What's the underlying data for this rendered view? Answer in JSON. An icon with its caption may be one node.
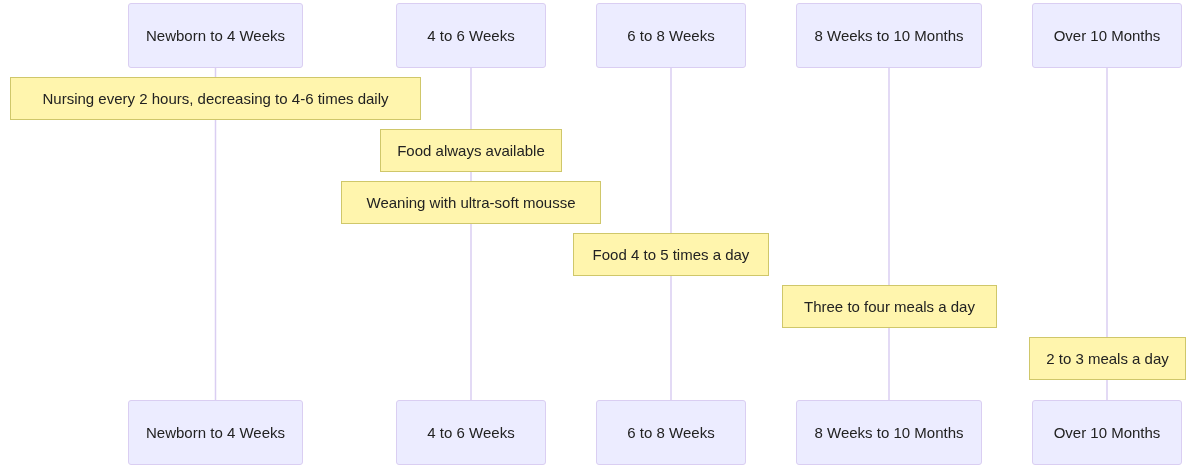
{
  "diagram": {
    "nodes": [
      {
        "text": [
          "Newborn to 4 Weeks"
        ]
      },
      {
        "text": [
          "4 to 6 Weeks"
        ]
      },
      {
        "text": [
          "6 to 8 Weeks"
        ]
      },
      {
        "text": [
          "8 Weeks to 10 Months"
        ]
      },
      {
        "text": [
          "Over 10 Months"
        ]
      },
      {
        "text": [
          "Nursing every 2 hours, decreasing to 4-6 times daily"
        ]
      },
      {
        "text": [
          "Food always available"
        ]
      },
      {
        "text": [
          "Weaning with ultra-soft mousse"
        ]
      },
      {
        "text": [
          "Food 4 to 5 times a day"
        ]
      },
      {
        "text": [
          "Three to four meals a day"
        ]
      },
      {
        "text": [
          "2 to 3 meals a day"
        ]
      },
      {
        "text": [
          "Newborn to 4 Weeks"
        ]
      },
      {
        "text": [
          "4 to 6 Weeks"
        ]
      },
      {
        "text": [
          "6 to 8 Weeks"
        ]
      },
      {
        "text": [
          "8 Weeks to 10 Months"
        ]
      },
      {
        "text": [
          "Over 10 Months"
        ]
      }
    ],
    "edges": [
      {
        "from": 0,
        "to": 5,
        "arrow": "none"
      },
      {
        "from": 5,
        "to": 11,
        "arrow": "none"
      },
      {
        "from": 1,
        "to": 6,
        "arrow": "none"
      },
      {
        "from": 6,
        "to": 7,
        "arrow": "none"
      },
      {
        "from": 7,
        "to": 12,
        "arrow": "none"
      },
      {
        "from": 2,
        "to": 8,
        "arrow": "none"
      },
      {
        "from": 8,
        "to": 13,
        "arrow": "none"
      },
      {
        "from": 3,
        "to": 9,
        "arrow": "none"
      },
      {
        "from": 9,
        "to": 14,
        "arrow": "none"
      },
      {
        "from": 4,
        "to": 10,
        "arrow": "none"
      },
      {
        "from": 10,
        "to": 15,
        "arrow": "none"
      }
    ]
  }
}
